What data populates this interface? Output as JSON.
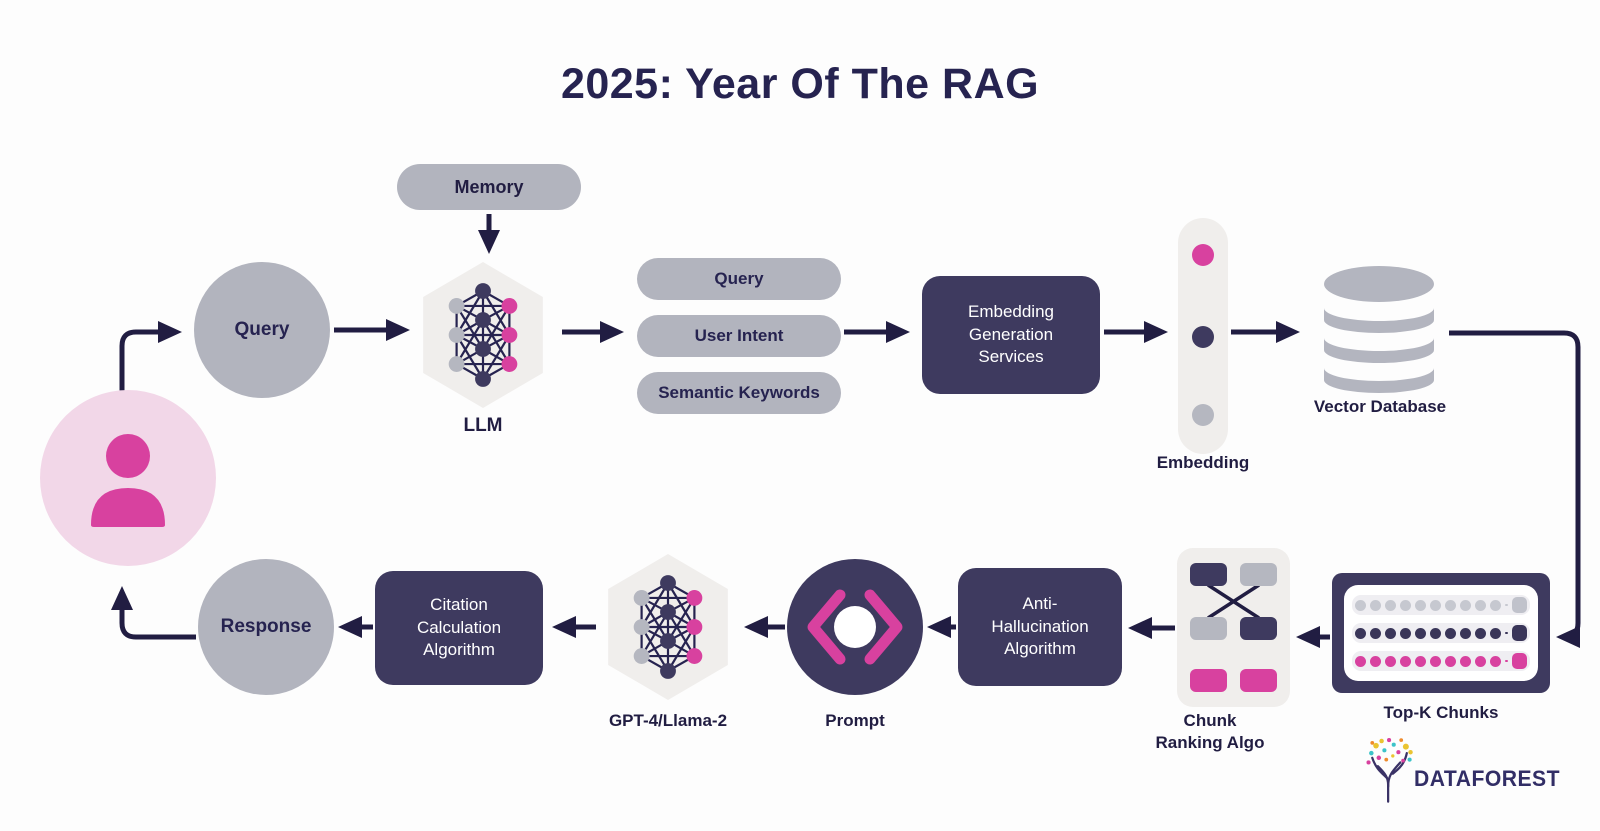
{
  "title": "2025: Year Of The RAG",
  "colors": {
    "navy_box": "#3e3a5f",
    "ink": "#211d42",
    "gray": "#b2b4be",
    "light_panel": "#f0eeec",
    "pink": "#d8419f",
    "pink_light": "#f2d7e8"
  },
  "nodes": {
    "memory": {
      "label": "Memory"
    },
    "query": {
      "label": "Query"
    },
    "llm": {
      "label": "LLM"
    },
    "pills": [
      {
        "label": "Query"
      },
      {
        "label": "User Intent"
      },
      {
        "label": "Semantic Keywords"
      }
    ],
    "embedding_service": {
      "label": "Embedding\nGeneration\nServices"
    },
    "embedding": {
      "label": "Embedding"
    },
    "vector_db": {
      "label": "Vector Database"
    },
    "topk": {
      "label": "Top-K Chunks"
    },
    "chunk_ranking": {
      "label": "Chunk\nRanking Algo"
    },
    "anti_hallucination": {
      "label": "Anti-\nHallucination\nAlgorithm"
    },
    "prompt": {
      "label": "Prompt"
    },
    "gpt": {
      "label": "GPT-4/Llama-2"
    },
    "citation": {
      "label": "Citation\nCalculation\nAlgorithm"
    },
    "response": {
      "label": "Response"
    }
  },
  "logo": {
    "text": "DATAFOREST"
  }
}
